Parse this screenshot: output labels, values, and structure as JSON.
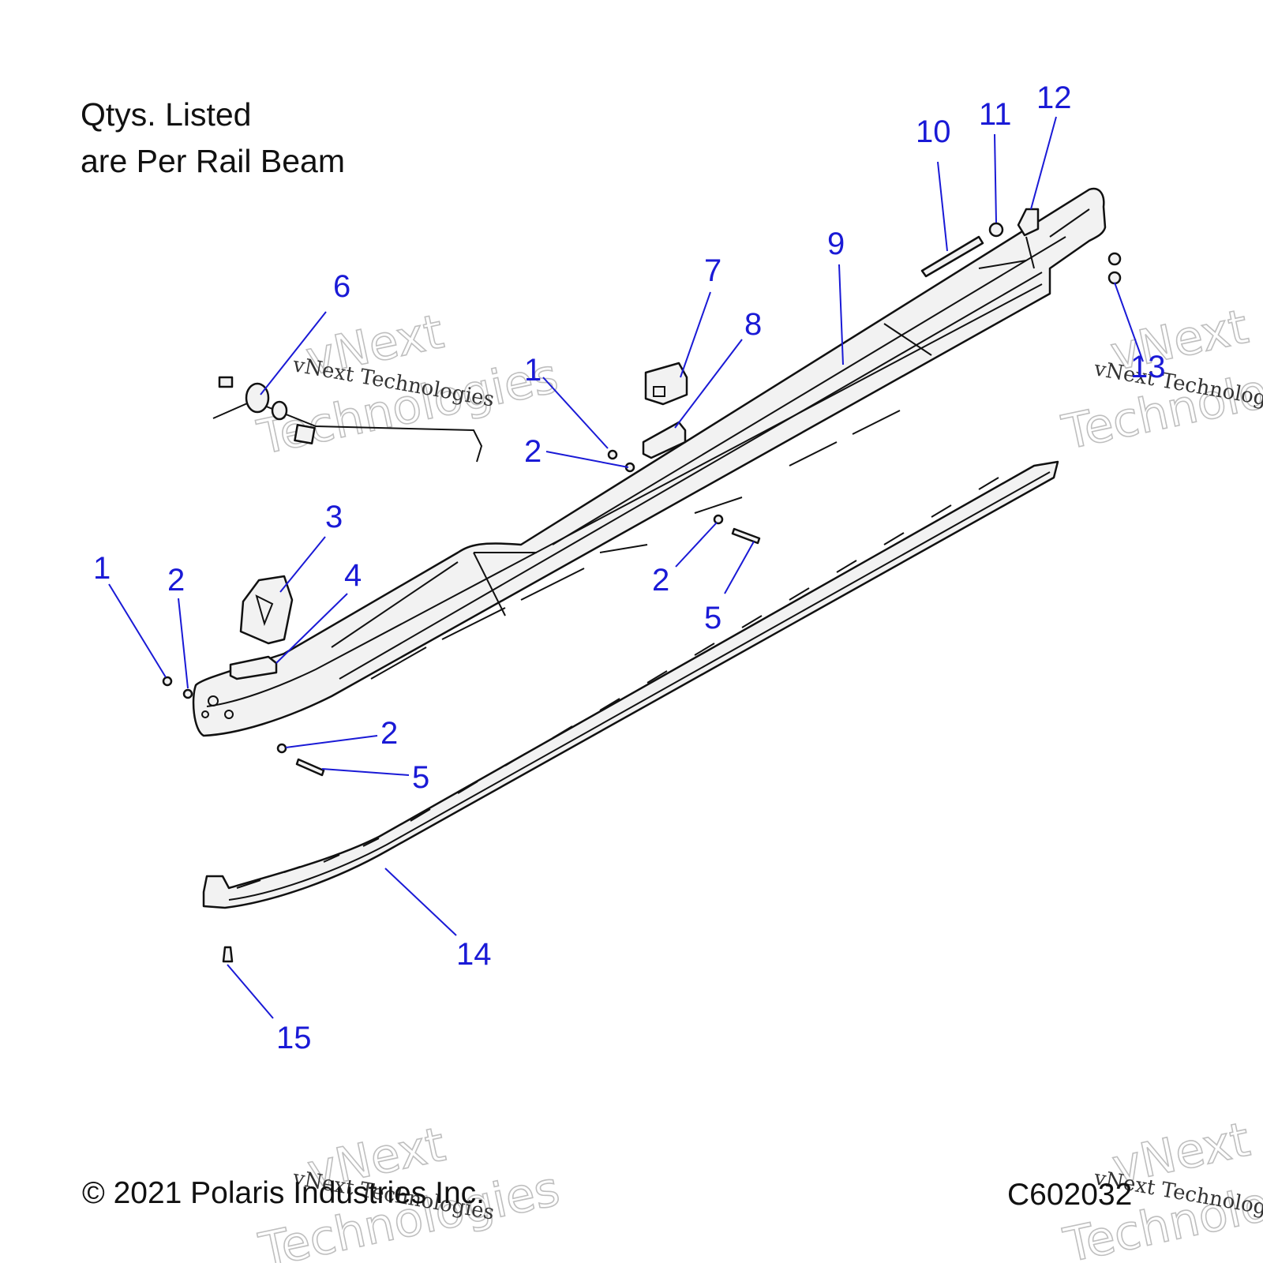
{
  "note": {
    "line1": "Qtys. Listed",
    "line2": "are Per Rail Beam"
  },
  "copyright": "© 2021 Polaris Industries Inc.",
  "diagram_code": "C602032",
  "watermark": {
    "small": "vNext Technologies",
    "big_line1": "vNext",
    "big_line2": "Technologies"
  },
  "callouts": [
    {
      "id": "c1a",
      "text": "1"
    },
    {
      "id": "c1b",
      "text": "1"
    },
    {
      "id": "c2a",
      "text": "2"
    },
    {
      "id": "c2b",
      "text": "2"
    },
    {
      "id": "c2c",
      "text": "2"
    },
    {
      "id": "c2d",
      "text": "2"
    },
    {
      "id": "c3",
      "text": "3"
    },
    {
      "id": "c4",
      "text": "4"
    },
    {
      "id": "c5a",
      "text": "5"
    },
    {
      "id": "c5b",
      "text": "5"
    },
    {
      "id": "c6",
      "text": "6"
    },
    {
      "id": "c7",
      "text": "7"
    },
    {
      "id": "c8",
      "text": "8"
    },
    {
      "id": "c9",
      "text": "9"
    },
    {
      "id": "c10",
      "text": "10"
    },
    {
      "id": "c11",
      "text": "11"
    },
    {
      "id": "c12",
      "text": "12"
    },
    {
      "id": "c13",
      "text": "13"
    },
    {
      "id": "c14",
      "text": "14"
    },
    {
      "id": "c15",
      "text": "15"
    }
  ]
}
